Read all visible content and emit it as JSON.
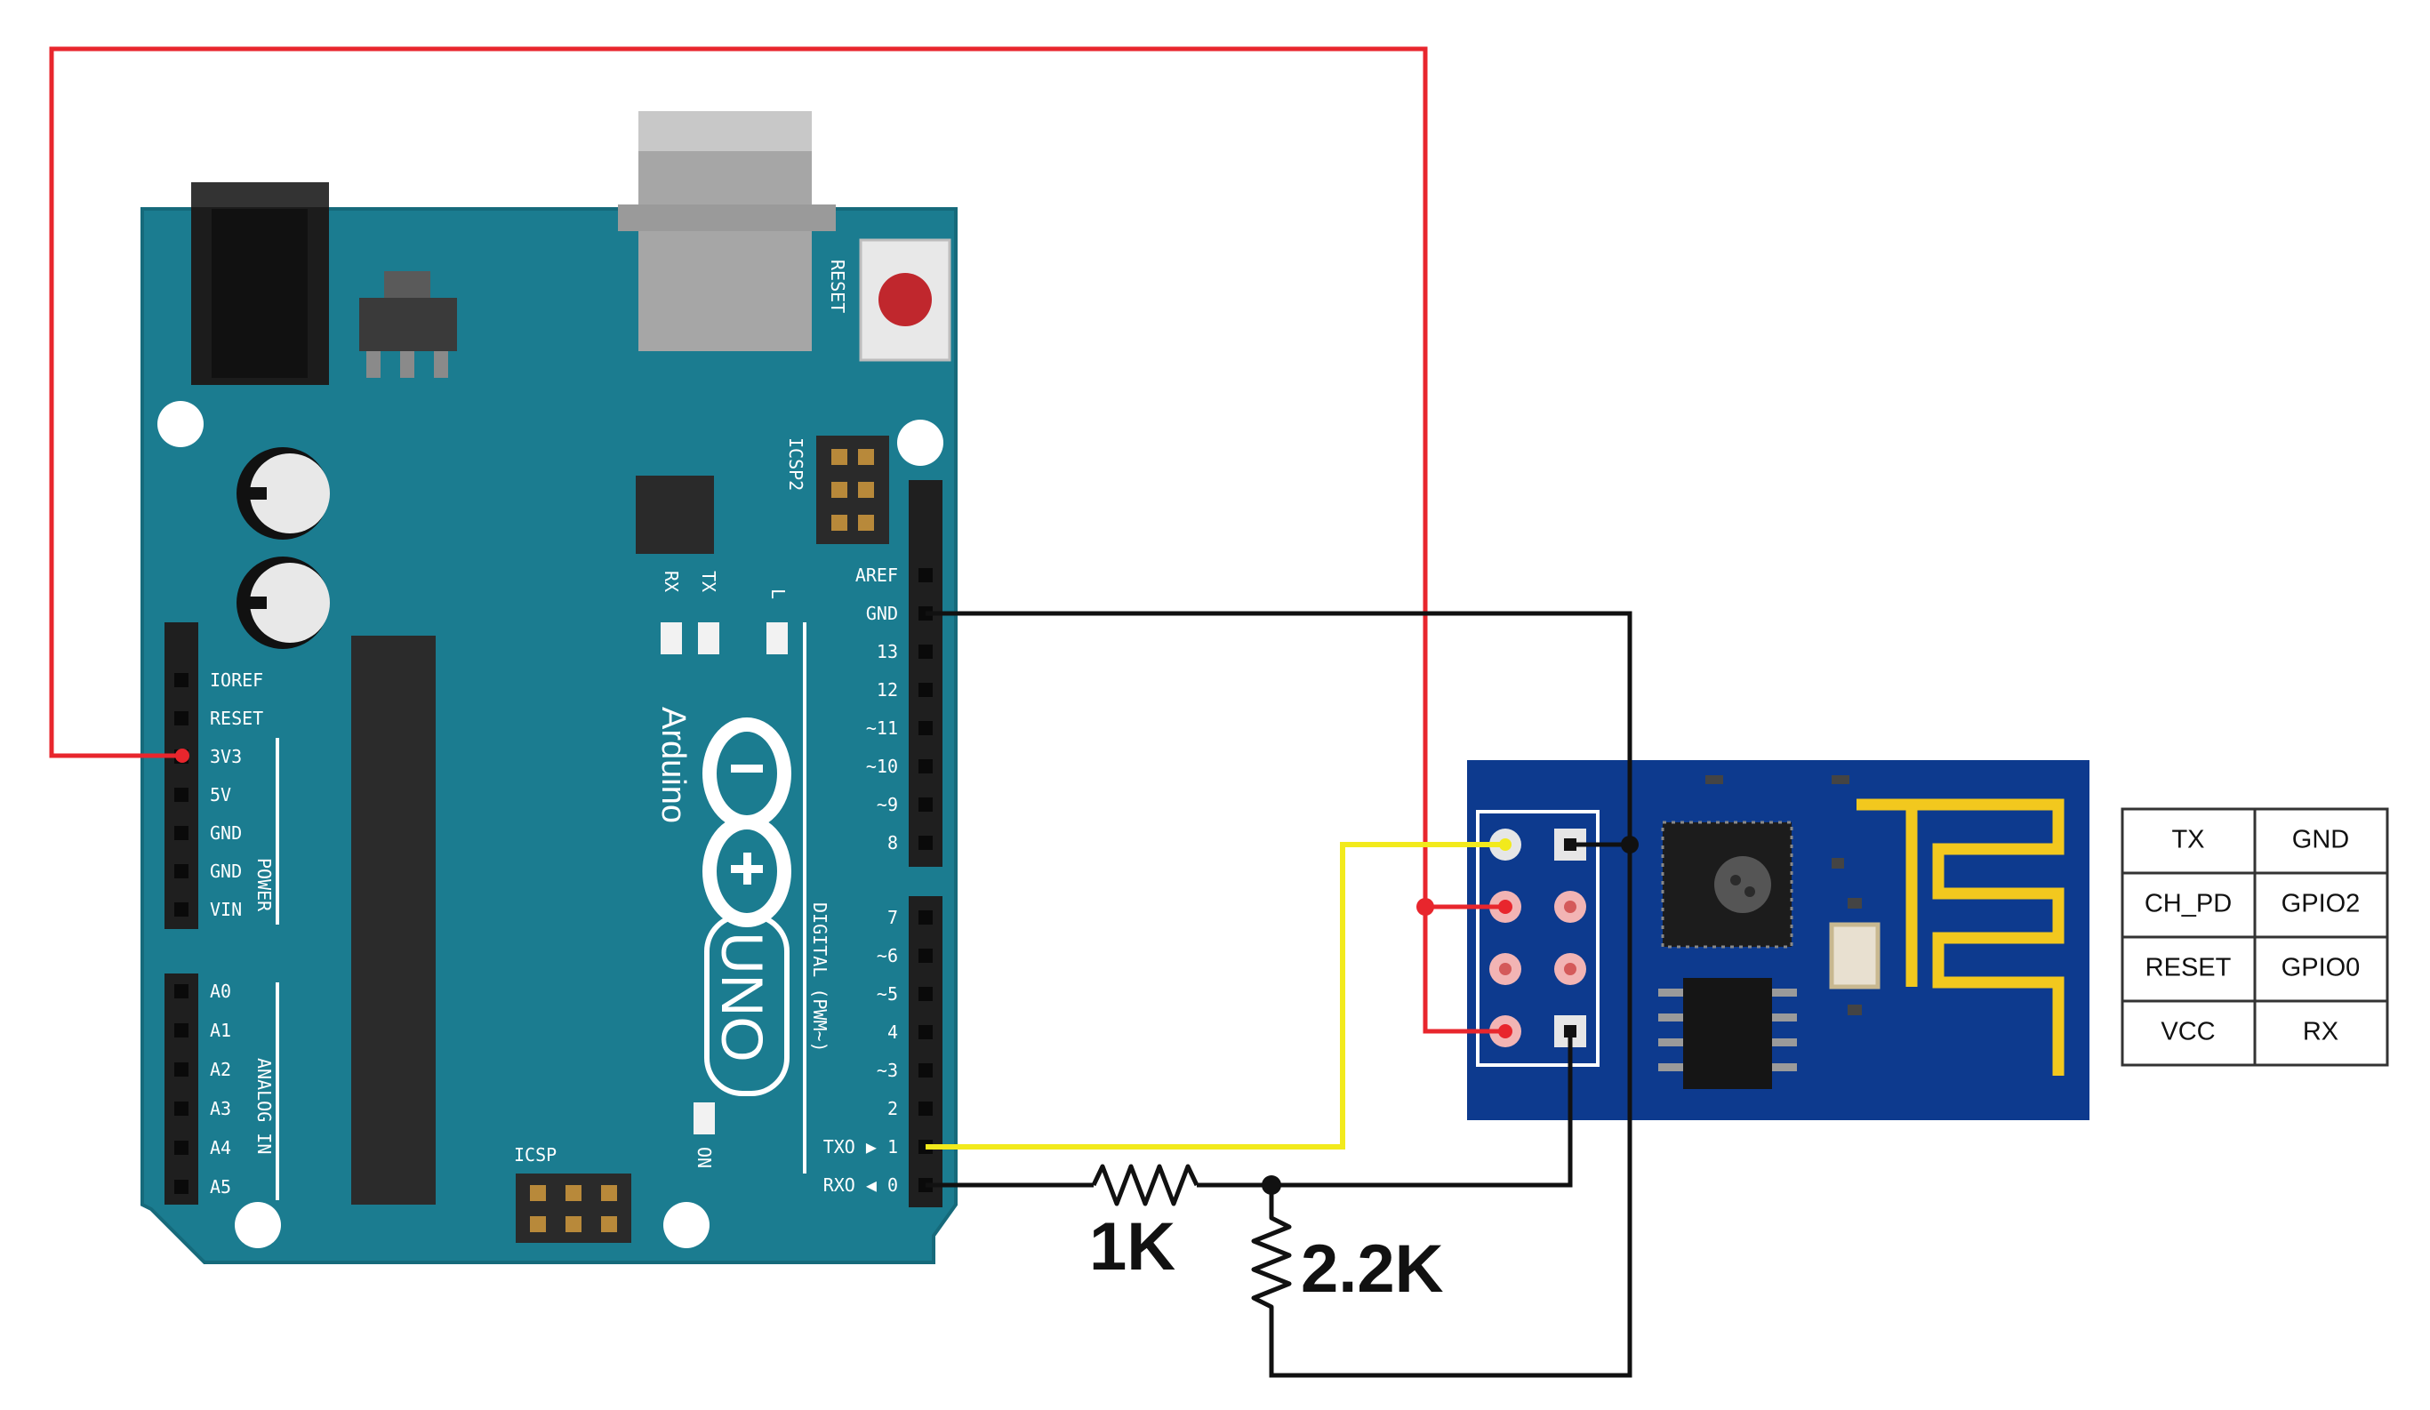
{
  "board": {
    "brand": "Arduino",
    "model": "UNO",
    "reset_label": "RESET",
    "icsp2_label": "ICSP2",
    "icsp_label": "ICSP",
    "led_rx": "RX",
    "led_tx": "TX",
    "led_l": "L",
    "led_on": "ON",
    "power_header": "POWER",
    "analog_header": "ANALOG IN",
    "digital_header": "DIGITAL (PWM~)",
    "power_pins": [
      "IOREF",
      "RESET",
      "3V3",
      "5V",
      "GND",
      "GND",
      "VIN"
    ],
    "analog_pins": [
      "A0",
      "A1",
      "A2",
      "A3",
      "A4",
      "A5"
    ],
    "digital_pins_top": [
      "AREF",
      "GND",
      "13",
      "12",
      "~11",
      "~10",
      "~9",
      "8"
    ],
    "digital_pins_bottom": [
      "7",
      "~6",
      "~5",
      "4",
      "~3",
      "2",
      "TXO ▶ 1",
      "RXO ◀ 0"
    ]
  },
  "resistors": {
    "r1": "1K",
    "r2": "2.2K"
  },
  "pinout_table": {
    "rows": [
      [
        "TX",
        "GND"
      ],
      [
        "CH_PD",
        "GPIO2"
      ],
      [
        "RESET",
        "GPIO0"
      ],
      [
        "VCC",
        "RX"
      ]
    ]
  },
  "colors": {
    "board_teal": "#1b7c90",
    "esp_blue": "#0d3a8e",
    "wire_red": "#e8262d",
    "wire_yellow": "#f2ea1c",
    "wire_black": "#111111",
    "antenna_gold": "#f2c81e"
  }
}
